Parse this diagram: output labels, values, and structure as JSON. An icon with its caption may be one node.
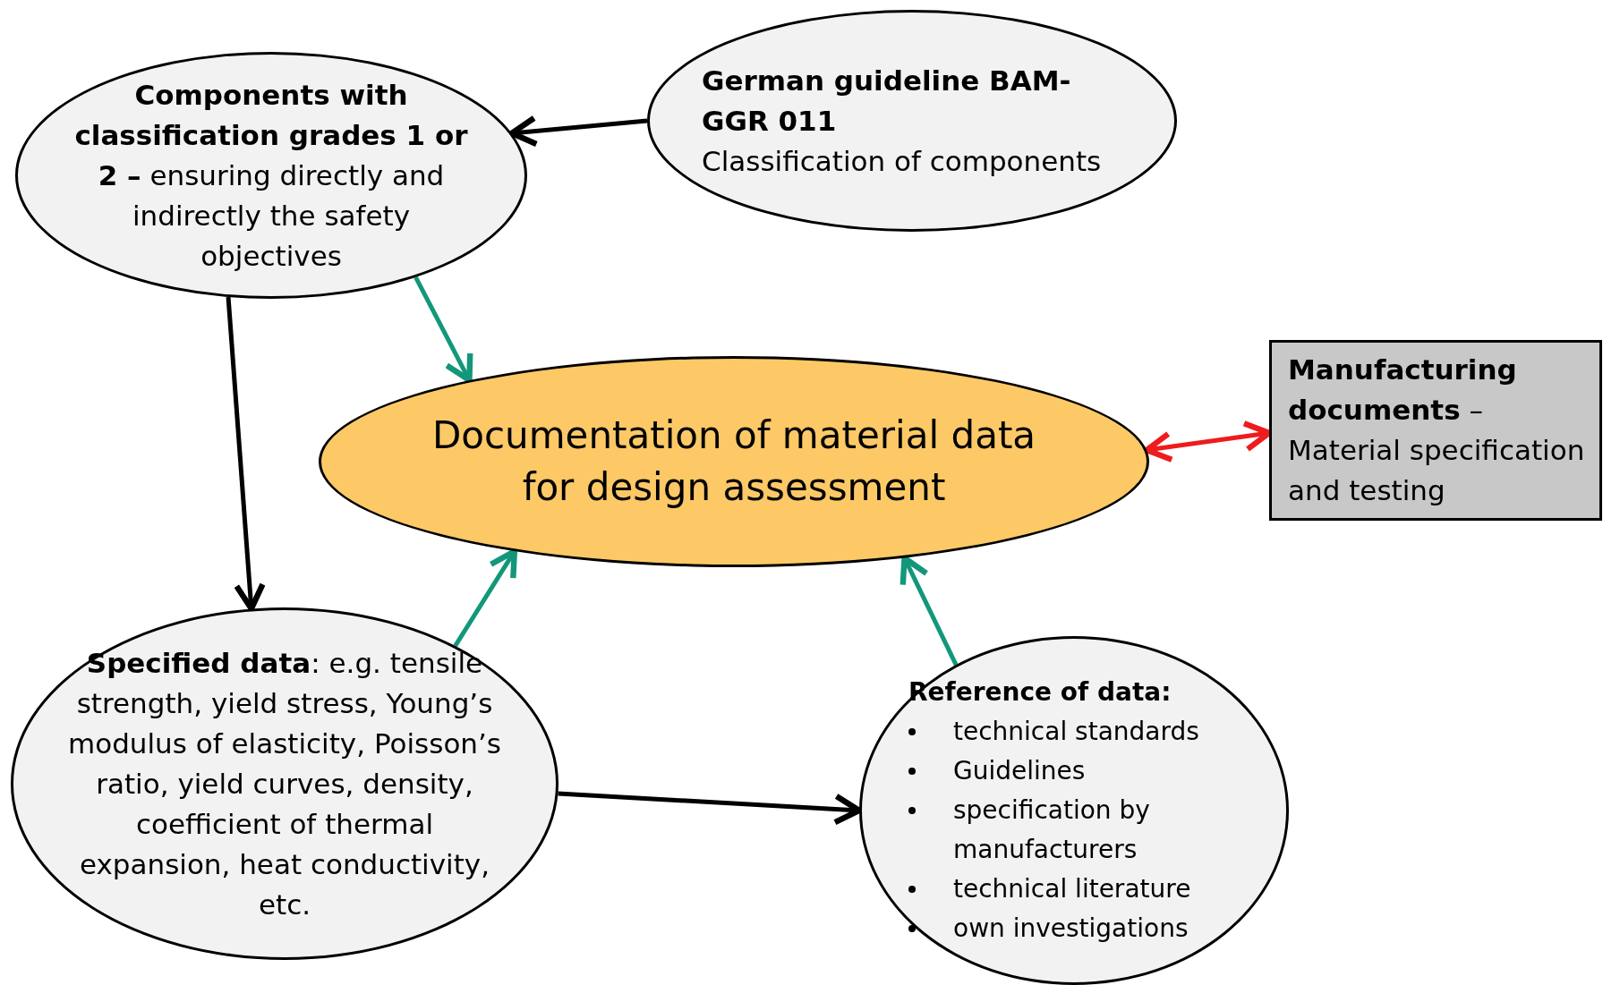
{
  "diagram": {
    "nodes": [
      {
        "text": [
          "**Components with classification grades 1 or 2 –** ensuring directly and indirectly the safety objectives"
        ]
      },
      {
        "text": [
          "German guideline BAM-GGR 011",
          "Classification of components"
        ]
      },
      {
        "text": [
          "Documentation of material data for design assessment"
        ]
      },
      {
        "text": [
          "**Manufacturing documents** – Material specification and testing"
        ]
      },
      {
        "text": [
          "**Specified data**: e.g. tensile strength, yield stress, Young’s modulus of elasticity, Poisson’s ratio, yield curves, density, coefficient of thermal expansion, heat conductivity, etc."
        ]
      },
      {
        "text": [
          "Reference of data:",
          "technical standards",
          "Guidelines",
          "specification by manufacturers",
          "technical literature",
          "own investigations"
        ]
      }
    ],
    "edges": [
      {
        "from": 1,
        "to": 0,
        "arrow": "to"
      },
      {
        "from": 0,
        "to": 2,
        "arrow": "to",
        "color": "#13977a"
      },
      {
        "from": 0,
        "to": 4,
        "arrow": "to"
      },
      {
        "from": 4,
        "to": 2,
        "arrow": "to",
        "color": "#13977a"
      },
      {
        "from": 5,
        "to": 2,
        "arrow": "to",
        "color": "#13977a"
      },
      {
        "from": 2,
        "to": 3,
        "arrow": "both",
        "color": "#ee1c1c"
      },
      {
        "from": 4,
        "to": 5,
        "arrow": "to"
      }
    ]
  }
}
